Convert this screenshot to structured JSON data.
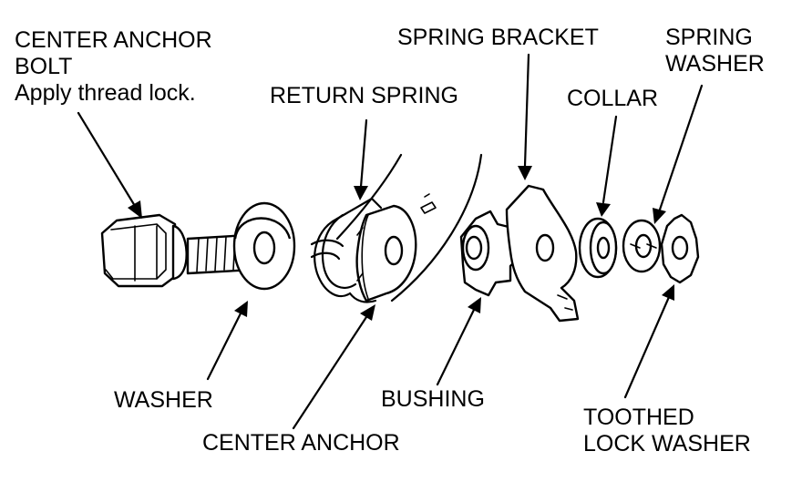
{
  "labels": {
    "center_anchor_bolt": {
      "line1": "CENTER ANCHOR",
      "line2": "BOLT",
      "note": "Apply thread lock."
    },
    "return_spring": "RETURN SPRING",
    "spring_bracket": "SPRING BRACKET",
    "spring_washer": {
      "line1": "SPRING",
      "line2": "WASHER"
    },
    "collar": "COLLAR",
    "washer": "WASHER",
    "center_anchor": "CENTER ANCHOR",
    "bushing": "BUSHING",
    "toothed_lock_washer": {
      "line1": "TOOTHED",
      "line2": "LOCK WASHER"
    }
  },
  "colors": {
    "line": "#000000",
    "background": "#ffffff"
  }
}
